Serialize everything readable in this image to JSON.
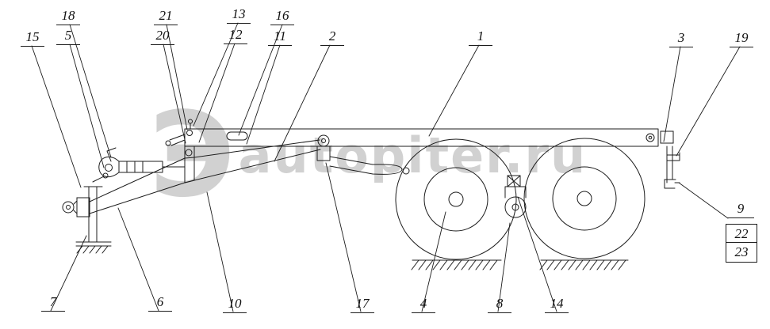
{
  "watermark": {
    "logo_glyph": "Э",
    "text": "autopiter.ru"
  },
  "colors": {
    "line": "#1c1c1c",
    "watermark": "#c6c6c6",
    "background": "#ffffff"
  },
  "callouts": {
    "n1": "1",
    "n2": "2",
    "n3": "3",
    "n4": "4",
    "n5": "5",
    "n6": "6",
    "n7": "7",
    "n8": "8",
    "n9": "9",
    "n10": "10",
    "n11": "11",
    "n12": "12",
    "n13": "13",
    "n14": "14",
    "n15": "15",
    "n16": "16",
    "n17": "17",
    "n18": "18",
    "n19": "19",
    "n20": "20",
    "n21": "21",
    "n22": "22",
    "n23": "23"
  }
}
